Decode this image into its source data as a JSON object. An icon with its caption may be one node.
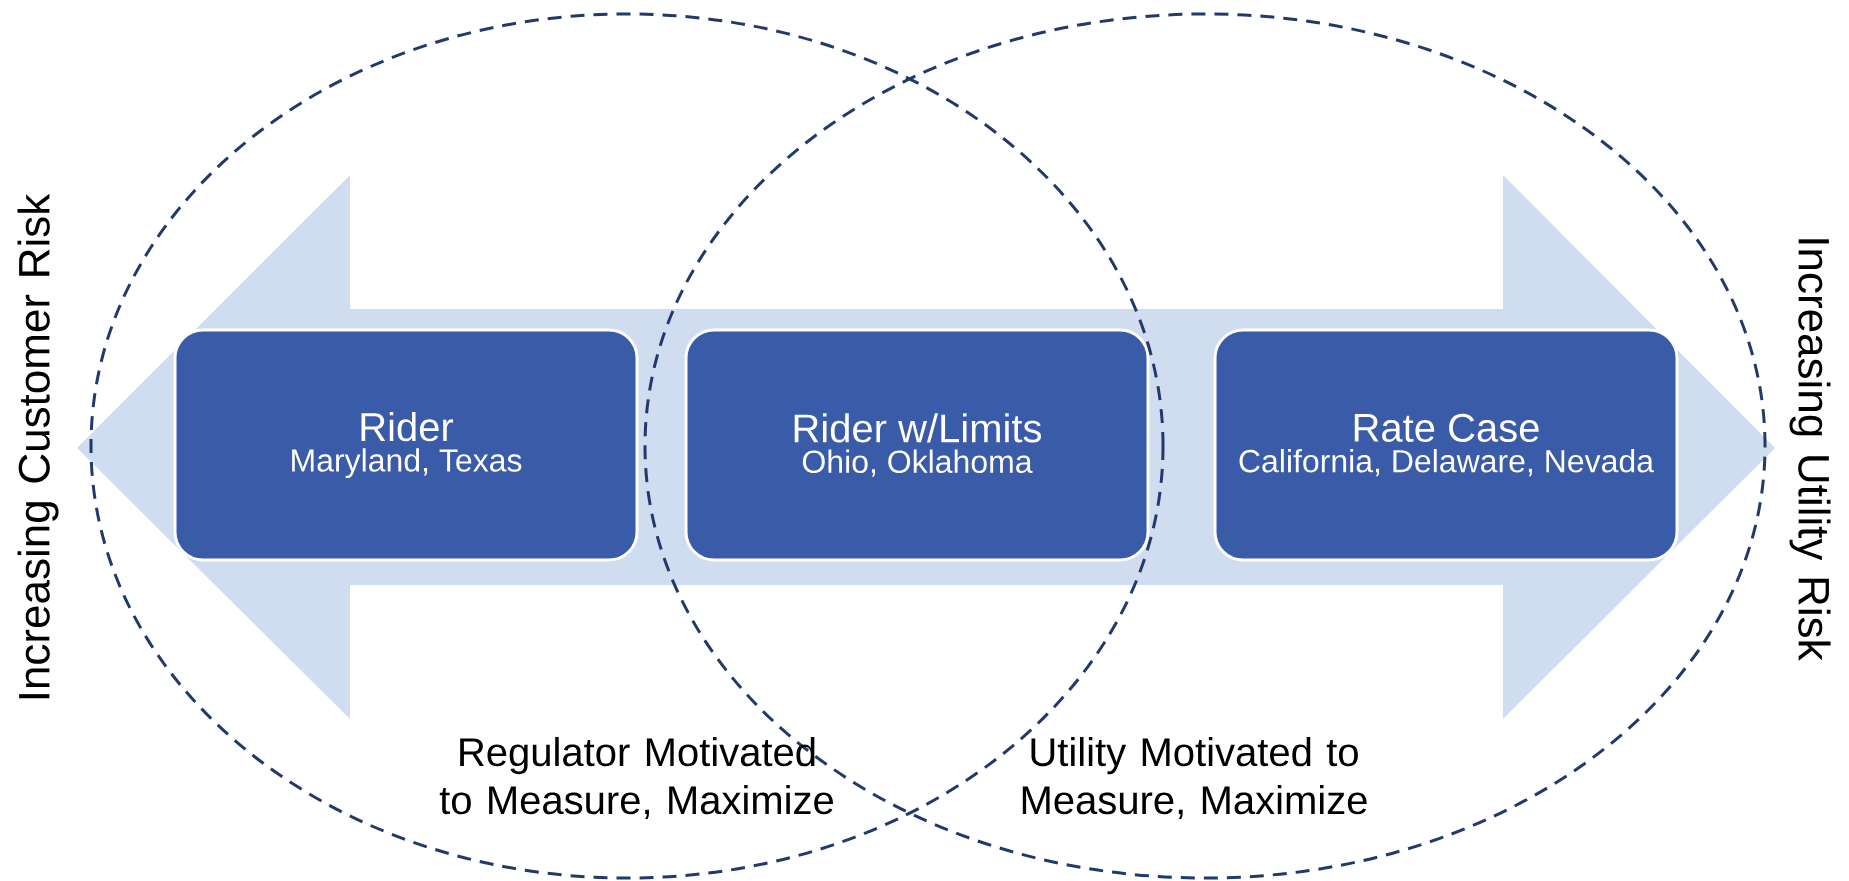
{
  "diagram": {
    "nodes": [
      {
        "text": [
          "Rider",
          "Maryland, Texas"
        ]
      },
      {
        "text": [
          "Rider w/Limits",
          "Ohio, Oklahoma"
        ]
      },
      {
        "text": [
          "Rate Case",
          "California, Delaware, Nevada"
        ]
      }
    ],
    "labels": [
      "Increasing Customer Risk",
      "Increasing Utility Risk",
      "Regulator Motivated to Measure, Maximize",
      "Utility Motivated to Measure, Maximize"
    ]
  }
}
